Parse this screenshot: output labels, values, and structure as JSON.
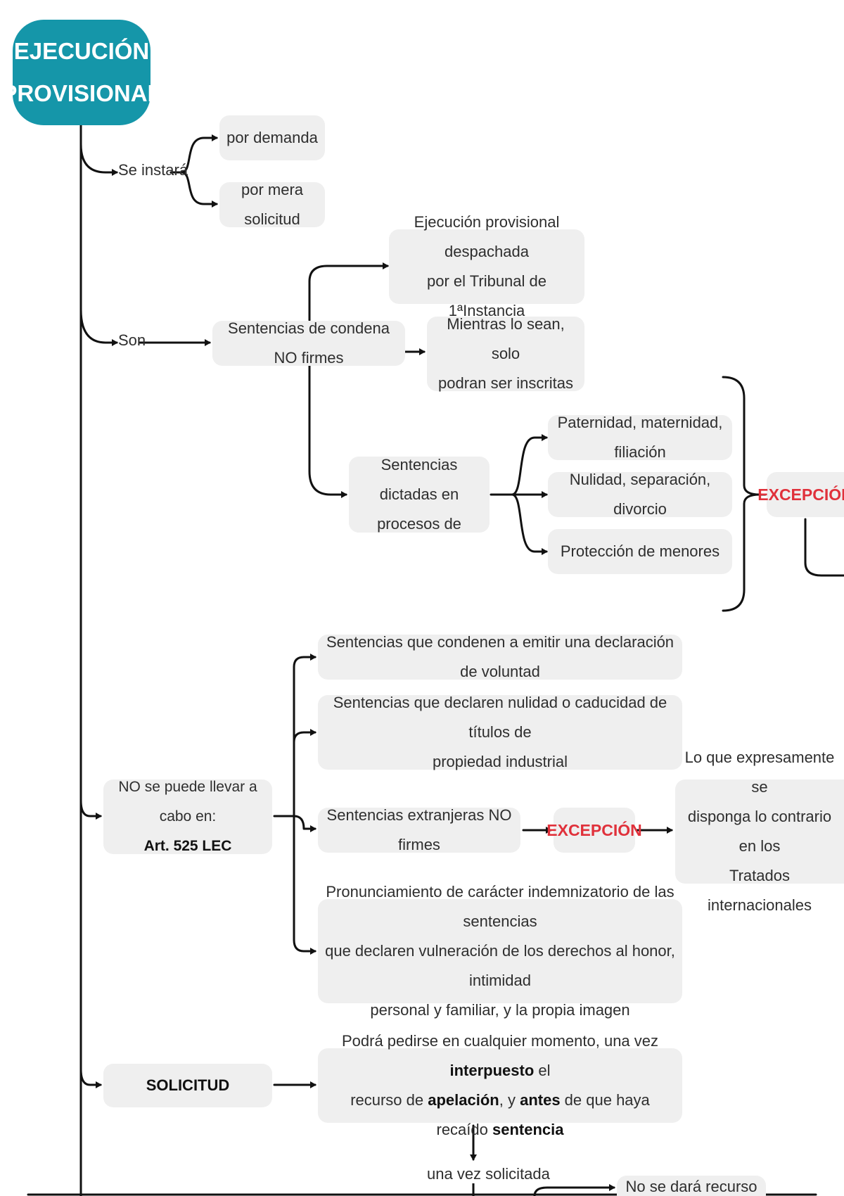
{
  "title": {
    "line1": "EJECUCIÓN",
    "line2": "PROVISIONAL"
  },
  "se_instara": {
    "label": "Se instará",
    "options": [
      "por demanda",
      "por mera solicitud"
    ]
  },
  "son": {
    "label": "Son",
    "item": "Sentencias de condena NO firmes",
    "despachada": {
      "line1": "Ejecución provisional despachada",
      "line2": "por el Tribunal de 1ªInstancia"
    },
    "mientras": {
      "line1": "Mientras lo sean, solo",
      "line2": "podran ser inscritas"
    },
    "procesos": {
      "line1": "Sentencias dictadas en",
      "line2": "procesos de"
    },
    "procesos_items": [
      "Paternidad, maternidad, filiación",
      "Nulidad, separación, divorcio",
      "Protección de menores"
    ],
    "excepcion": "EXCEPCIÓN"
  },
  "no_se_puede": {
    "line1": "NO se puede llevar a cabo en:",
    "line2": "Art. 525 LEC",
    "items": [
      "Sentencias que condenen a emitir una declaración de voluntad",
      "Sentencias que declaren nulidad o caducidad de títulos de",
      "propiedad industrial",
      "Sentencias extranjeras NO firmes",
      "Pronunciamiento de carácter indemnizatorio de las sentencias",
      "que declaren vulneración de los derechos al honor, intimidad",
      "personal y familiar, y la propia imagen"
    ],
    "excepcion": "EXCEPCIÓN",
    "tratados": {
      "line1": "Lo que expresamente se",
      "line2": "disponga lo contrario en los",
      "line3": "Tratados internacionales"
    }
  },
  "solicitud": {
    "label": "SOLICITUD",
    "text1_a": "Podrá pedirse en cualquier momento, una vez ",
    "text1_b": "interpuesto",
    "text1_c": " el",
    "text2_a": "recurso de ",
    "text2_b": "apelación",
    "text2_c": ", y ",
    "text2_d": "antes",
    "text2_e": " de que haya recaído ",
    "text2_f": "sentencia",
    "una_vez": "una vez solicitada",
    "no_recurso": "No se dará recurso alguno"
  }
}
